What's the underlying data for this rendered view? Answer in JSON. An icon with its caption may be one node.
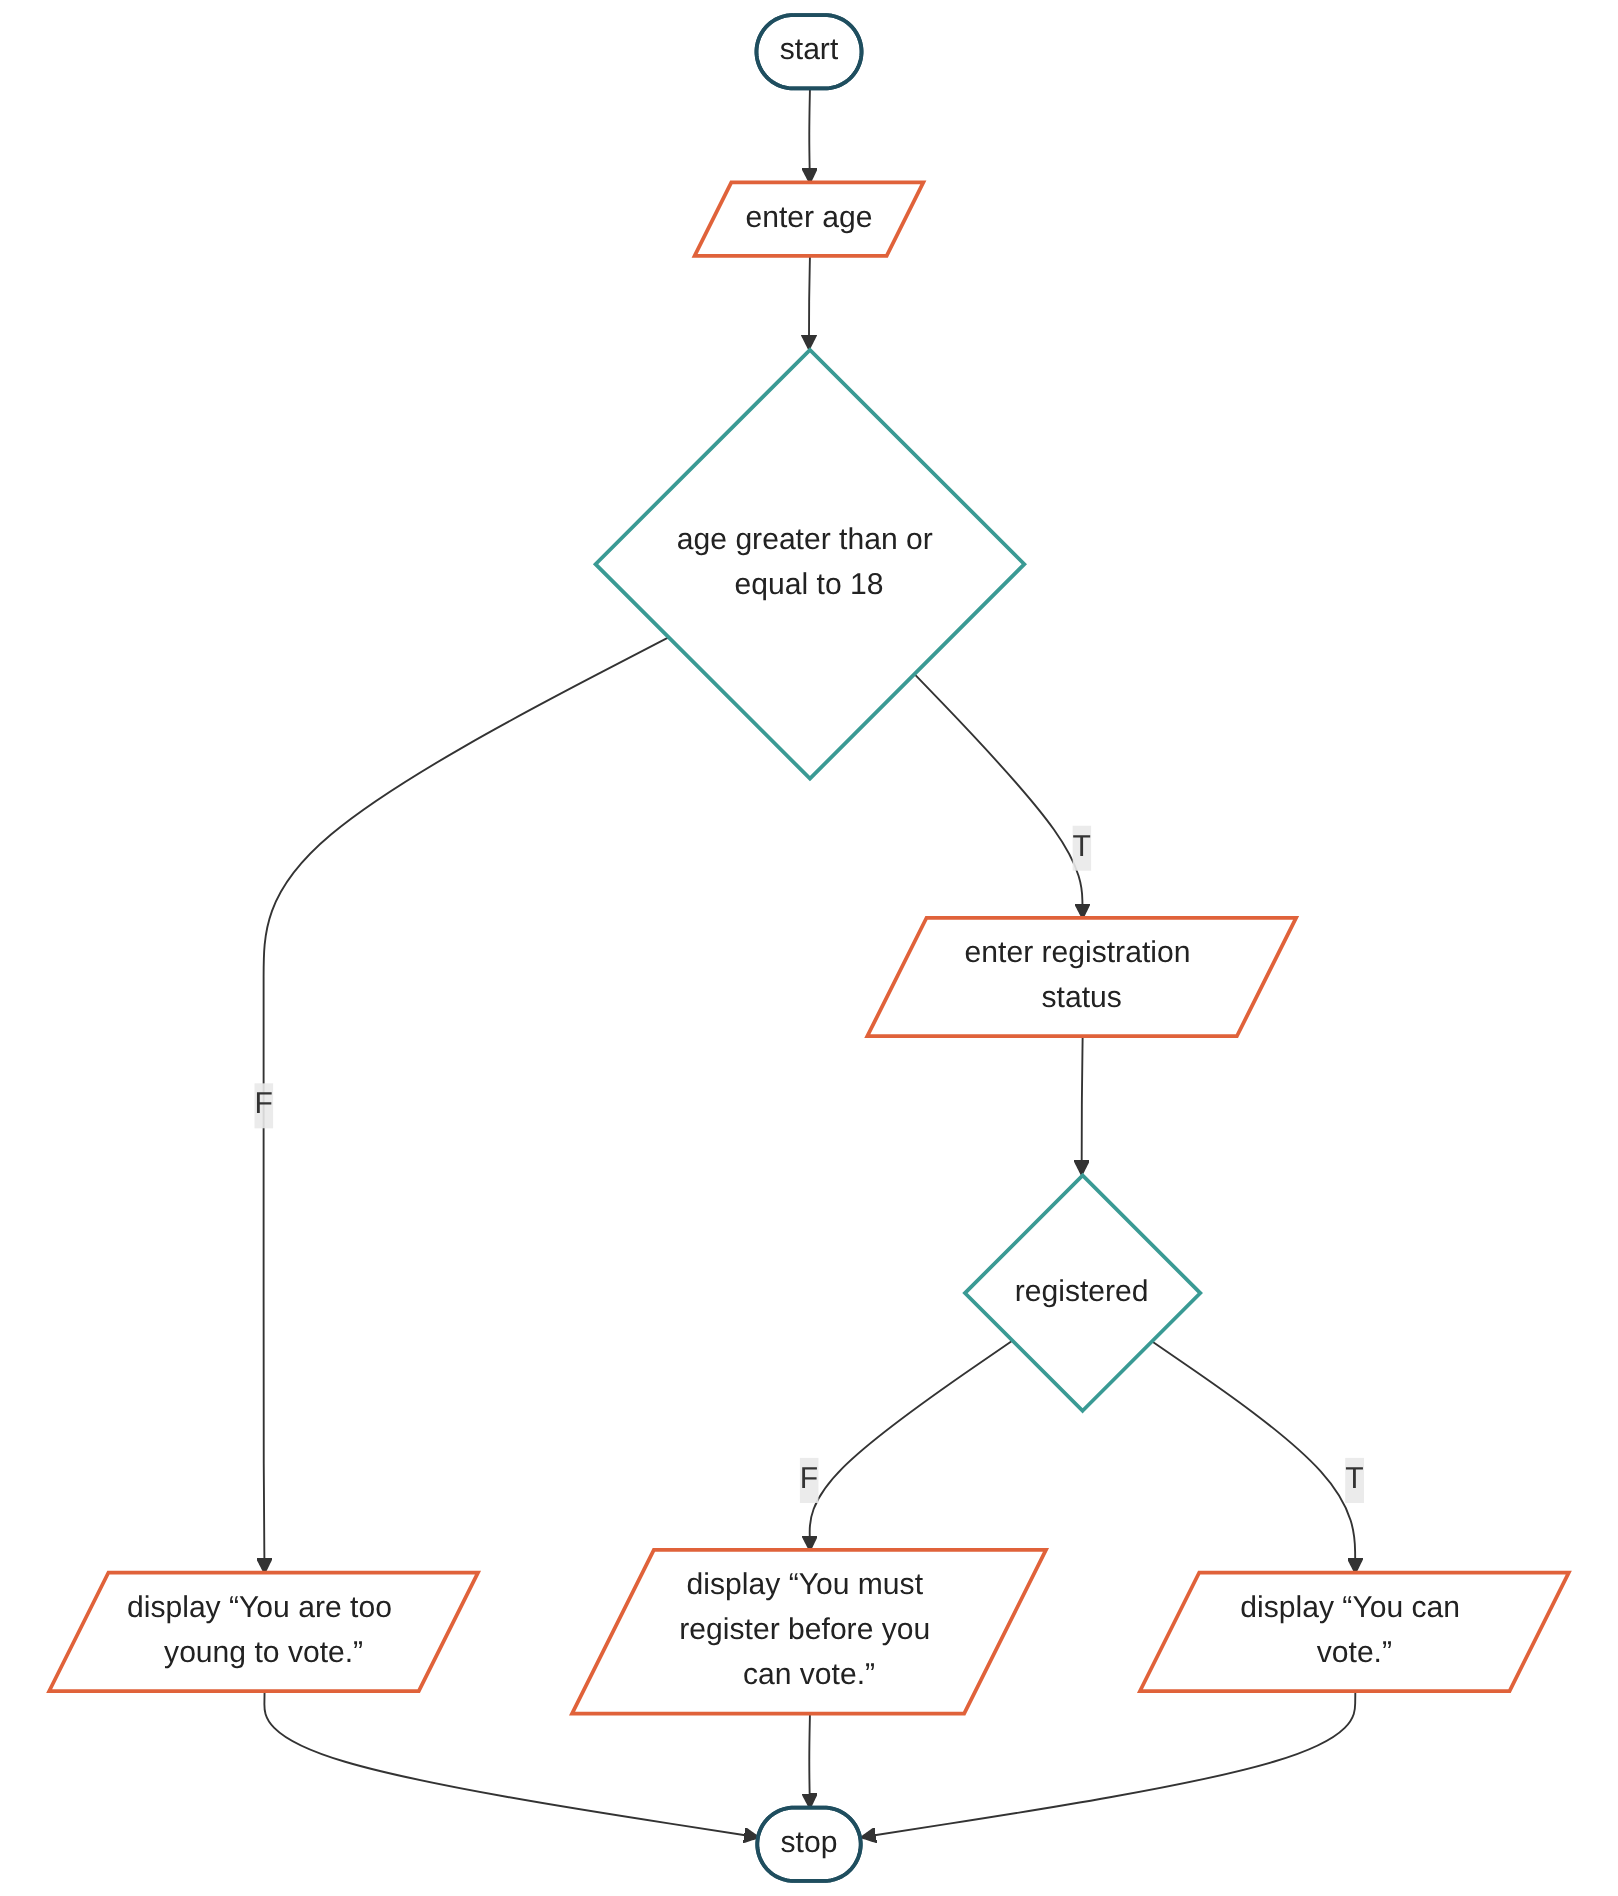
{
  "diagram": {
    "nodes": [
      {
        "text": [
          "start"
        ]
      },
      {
        "text": [
          "enter age"
        ]
      },
      {
        "text": [
          "age greater than or equal to 18"
        ]
      },
      {
        "text": [
          "display “You are too young to vote.”"
        ]
      },
      {
        "text": [
          "enter registration status"
        ]
      },
      {
        "text": [
          "registered"
        ]
      },
      {
        "text": [
          "display “You must register before you can vote.”"
        ]
      },
      {
        "text": [
          "display “You can vote.”"
        ]
      },
      {
        "text": [
          "stop"
        ]
      }
    ],
    "edges": [
      {
        "from": 0,
        "to": 1,
        "arrow": "to"
      },
      {
        "from": 1,
        "to": 2,
        "arrow": "to"
      },
      {
        "from": 2,
        "to": 3,
        "label": "F",
        "arrow": "to"
      },
      {
        "from": 2,
        "to": 4,
        "label": "T",
        "arrow": "to"
      },
      {
        "from": 4,
        "to": 5,
        "arrow": "to"
      },
      {
        "from": 5,
        "to": 6,
        "label": "F",
        "arrow": "to"
      },
      {
        "from": 5,
        "to": 7,
        "label": "T",
        "arrow": "to"
      },
      {
        "from": 3,
        "to": 8,
        "arrow": "to"
      },
      {
        "from": 6,
        "to": 8,
        "arrow": "to"
      },
      {
        "from": 7,
        "to": 8,
        "arrow": "to"
      }
    ]
  }
}
